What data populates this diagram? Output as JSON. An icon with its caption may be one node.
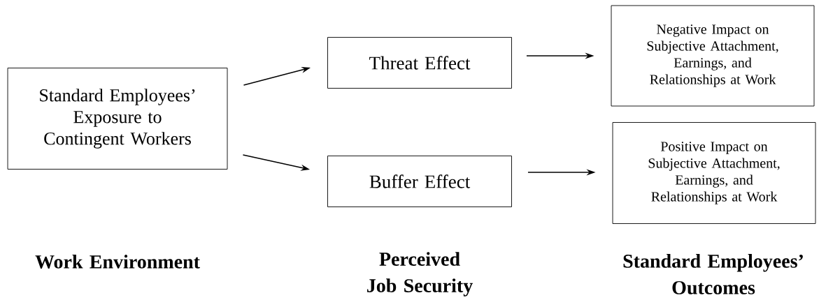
{
  "diagram": {
    "nodes": [
      {
        "text": [
          "Standard Employees’ Exposure to Contingent Workers"
        ]
      },
      {
        "text": [
          "Threat Effect"
        ]
      },
      {
        "text": [
          "Buffer Effect"
        ]
      },
      {
        "text": [
          "Negative Impact on Subjective Attachment, Earnings, and Relationships at Work"
        ]
      },
      {
        "text": [
          "Positive Impact on Subjective Attachment, Earnings, and Relationships at Work"
        ]
      }
    ],
    "edges": [
      {
        "from": 0,
        "to": 1,
        "arrow": "to"
      },
      {
        "from": 0,
        "to": 2,
        "arrow": "to"
      },
      {
        "from": 1,
        "to": 3,
        "arrow": "to"
      },
      {
        "from": 2,
        "to": 4,
        "arrow": "to"
      }
    ],
    "labels": [
      "Work Environment",
      "Perceived Job Security",
      "Standard Employees’ Outcomes"
    ]
  }
}
